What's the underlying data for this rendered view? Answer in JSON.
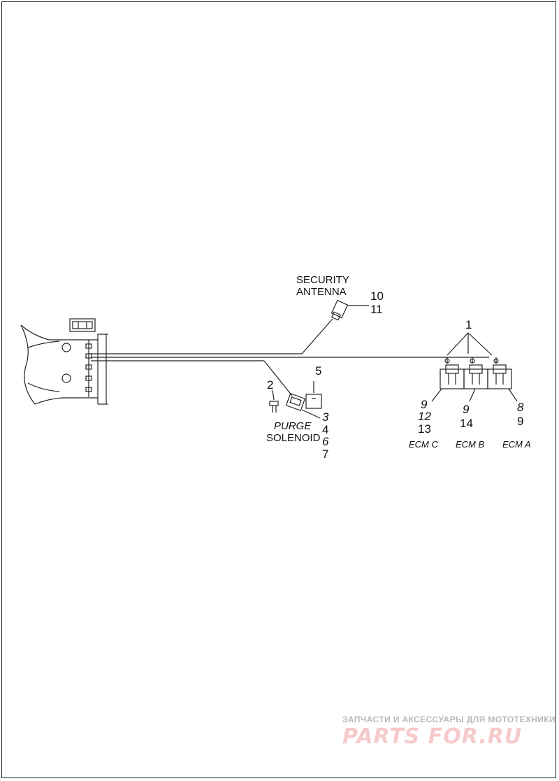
{
  "labels": {
    "security_antenna_1": "SECURITY",
    "security_antenna_2": "ANTENNA",
    "purge_1": "PURGE",
    "purge_2": "SOLENOID",
    "ecm_c": "ECM C",
    "ecm_b": "ECM B",
    "ecm_a": "ECM A"
  },
  "callouts": {
    "n1": "1",
    "n2": "2",
    "n3": "3",
    "n4": "4",
    "n5": "5",
    "n6": "6",
    "n7": "7",
    "n10": "10",
    "n11": "11",
    "c_9": "9",
    "c_12": "12",
    "c_13": "13",
    "b_9": "9",
    "b_14": "14",
    "a_8": "8",
    "a_9": "9"
  },
  "watermark": {
    "tagline": "ЗАПЧАСТИ И АКСЕССУАРЫ ДЛЯ МОТОТЕХНИКИ",
    "logo": "PARTS FOR.RU"
  },
  "colors": {
    "line": "#222222",
    "watermark_logo": "#f6caca",
    "watermark_text": "#b9b9b9"
  }
}
